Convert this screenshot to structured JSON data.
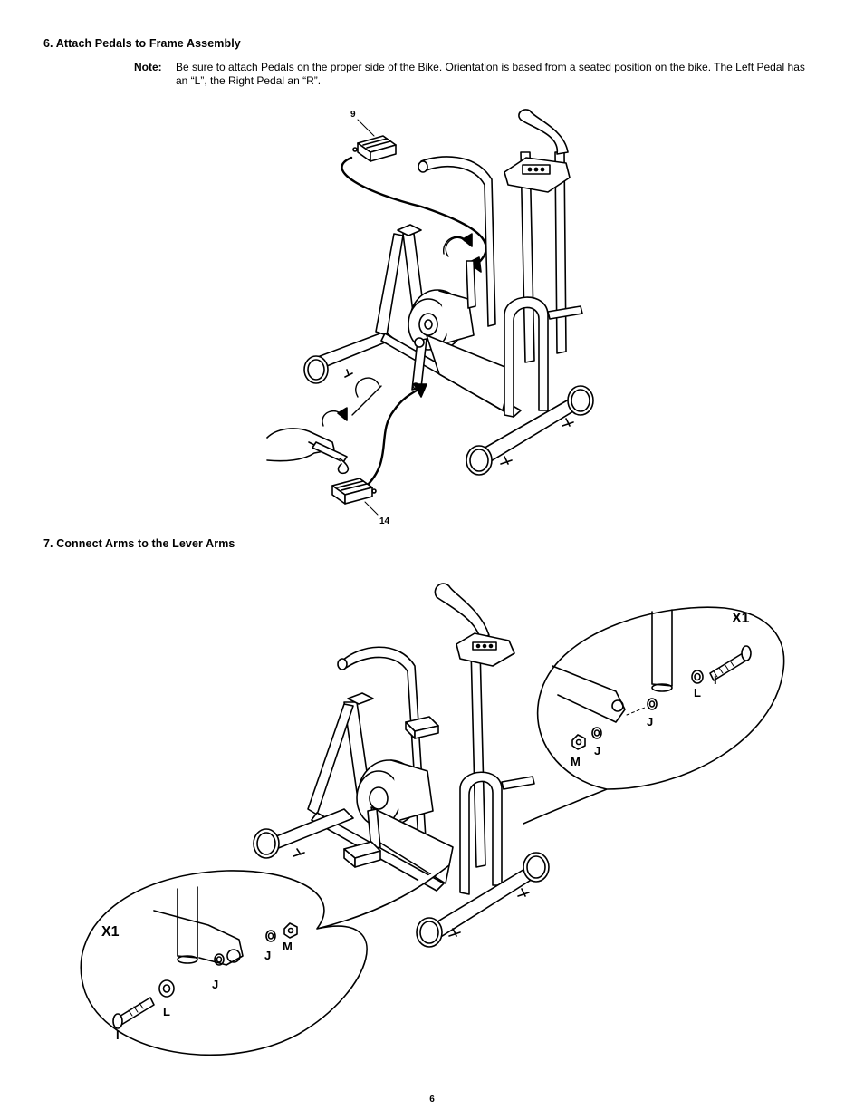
{
  "step6": {
    "title": "6. Attach Pedals to Frame Assembly",
    "note_label": "Note:",
    "note_text": "Be sure to attach Pedals on the proper side of the Bike. Orientation is based from a seated position on the bike. The Left Pedal has an “L”, the Right Pedal an “R”.",
    "callout_top": "9",
    "callout_bottom": "14"
  },
  "step7": {
    "title": "7. Connect Arms to the Lever Arms",
    "detail_right": {
      "multiplier": "X1",
      "labels": {
        "bolt": "I",
        "spacer": "L",
        "washer_inner": "J",
        "washer_outer": "J",
        "nut": "M"
      }
    },
    "detail_left": {
      "multiplier": "X1",
      "labels": {
        "bolt": "I",
        "spacer": "L",
        "washer_inner": "J",
        "washer_outer": "J",
        "nut": "M"
      }
    }
  },
  "page_number": "6"
}
